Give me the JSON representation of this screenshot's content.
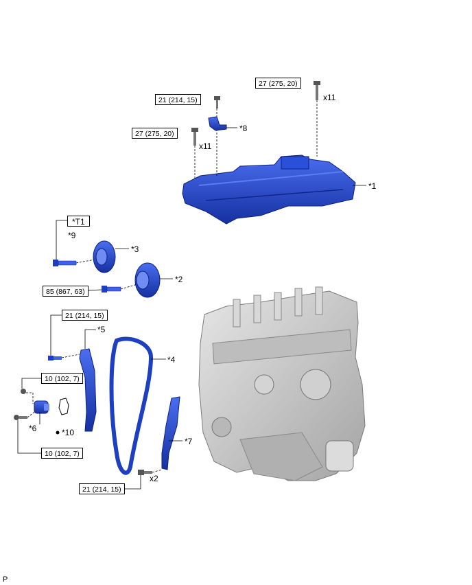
{
  "torque_labels": {
    "cover_bolt_top": "27 (275, 20)",
    "bracket_bolt": "21 (214, 15)",
    "cover_bolt_left": "27 (275, 20)",
    "sprocket_bolt": "85 (867, 63)",
    "guide_bolt": "21 (214, 15)",
    "tensioner_nut": "10 (102, 7)",
    "tensioner_bolt": "10 (102, 7)",
    "slipper_bolt": "21 (214, 15)"
  },
  "quantities": {
    "cover_bolt_top_qty": "x11",
    "cover_bolt_left_qty": "x11",
    "slipper_bolt_qty": "x2"
  },
  "callouts": {
    "c1": "*1",
    "c2": "*2",
    "c3": "*3",
    "c4": "*4",
    "c5": "*5",
    "c6": "*6",
    "c7": "*7",
    "c8": "*8",
    "c9": "*9",
    "c10": "*10"
  },
  "tool_label": "*T1",
  "footer_code": "P",
  "colors": {
    "part_blue": "#1e3fc0",
    "part_blue_light": "#3f63e6",
    "engine_gray": "#c9c9c9",
    "engine_gray_dark": "#8a8a8a"
  }
}
